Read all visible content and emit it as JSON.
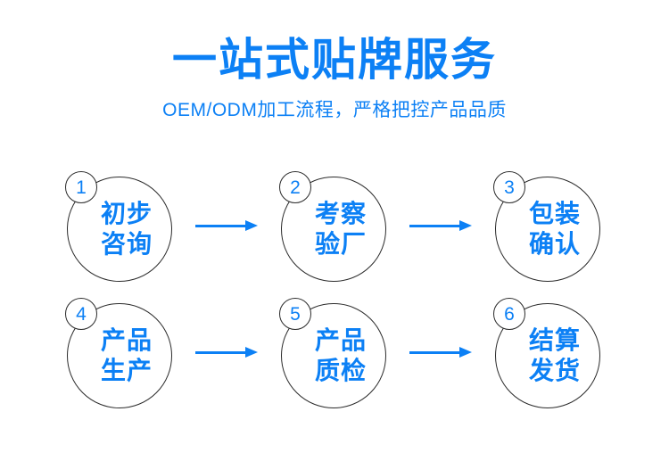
{
  "header": {
    "title": "一站式贴牌服务",
    "subtitle": "OEM/ODM加工流程，严格把控产品品质"
  },
  "colors": {
    "accent": "#0c80f5",
    "outline": "#2b2b2b",
    "background": "#ffffff"
  },
  "flow": {
    "arrow_icon": "arrow-right-icon",
    "rows": [
      {
        "steps": [
          {
            "number": "1",
            "line1": "初步",
            "line2": "咨询"
          },
          {
            "number": "2",
            "line1": "考察",
            "line2": "验厂"
          },
          {
            "number": "3",
            "line1": "包装",
            "line2": "确认"
          }
        ]
      },
      {
        "steps": [
          {
            "number": "4",
            "line1": "产品",
            "line2": "生产"
          },
          {
            "number": "5",
            "line1": "产品",
            "line2": "质检"
          },
          {
            "number": "6",
            "line1": "结算",
            "line2": "发货"
          }
        ]
      }
    ]
  }
}
